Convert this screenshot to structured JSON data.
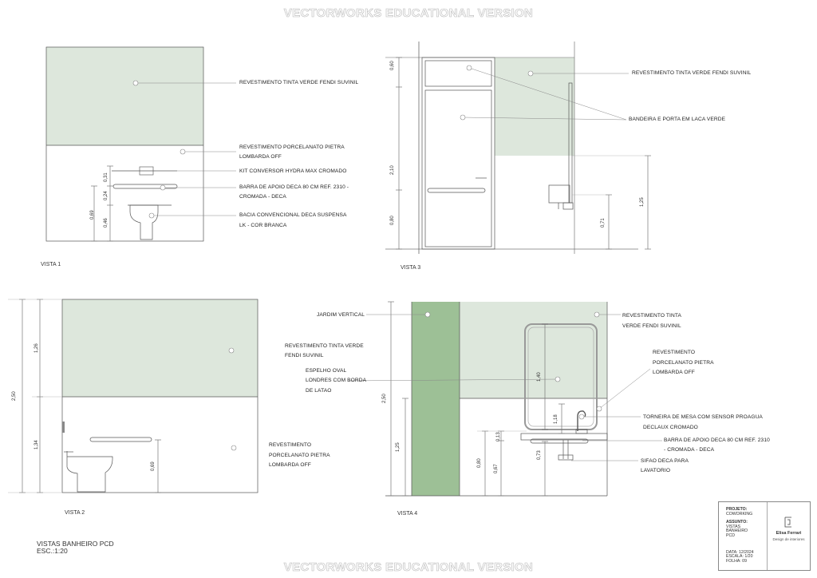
{
  "watermark": "VECTORWORKS EDUCATIONAL VERSION",
  "colors": {
    "green_paint": "#dde7dc",
    "vertical_garden": "#9dc096",
    "line": "#555555",
    "dim_line": "#777777"
  },
  "views": {
    "v1": {
      "title": "VISTA 1",
      "dims": [
        "0,31",
        "0,24",
        "0,69",
        "0,46"
      ],
      "labels": [
        "REVESTIMENTO TINTA VERDE FENDI SUVINIL",
        "REVESTIMENTO PORCELANATO PIETRA",
        "LOMBARDA OFF",
        "KIT CONVERSOR HYDRA MAX CROMADO",
        "BARRA DE APOIO DECA 80 CM REF. 2310 -",
        "CROMADA - DECA",
        "BACIA CONVENCIONAL DECA SUSPENSA",
        "LK - COR BRANCA"
      ]
    },
    "v2": {
      "title": "VISTA 2",
      "dims": [
        "2,50",
        "1,26",
        "1,34",
        "0,69"
      ],
      "labels": [
        "REVESTIMENTO TINTA VERDE",
        "FENDI SUVINIL",
        "REVESTIMENTO",
        "PORCELANATO PIETRA",
        "LOMBARDA OFF"
      ]
    },
    "v3": {
      "title": "VISTA 3",
      "dims": [
        "0,60",
        "2,10",
        "0,80",
        "0,71",
        "1,25"
      ],
      "labels": [
        "REVESTIMENTO TINTA VERDE FENDI SUVINIL",
        "BANDEIRA E PORTA EM LACA VERDE"
      ]
    },
    "v4": {
      "title": "VISTA 4",
      "dims": [
        "2,50",
        "1,25",
        "1,40",
        "1,18",
        "0,13",
        "0,80",
        "0,67",
        "0,73"
      ],
      "labels": [
        "JARDIM VERTICAL",
        "REVESTIMENTO TINTA",
        "VERDE FENDI SUVINIL",
        "ESPELHO OVAL",
        "LONDRES COM BORDA",
        "DE LATAO",
        "REVESTIMENTO",
        "PORCELANATO PIETRA",
        "LOMBARDA OFF",
        "TORNEIRA DE MESA COM SENSOR PROAGUA",
        "DECLAUX CROMADO",
        "BARRA DE APOIO DECA 80 CM REF. 2310",
        "- CROMADA - DECA",
        "SIFAO DECA PARA",
        "LAVATORIO"
      ]
    }
  },
  "sheet": {
    "title_line1": "VISTAS BANHEIRO PCD",
    "title_line2": "ESC.:1:20"
  },
  "title_block": {
    "projeto_label": "PROJETO:",
    "projeto_value": "COWORKING",
    "assunto_label": "ASSUNTO:",
    "assunto_lines": [
      "VISTAS",
      "BANHEIRO",
      "PCD"
    ],
    "data": "DATA: 12/2024",
    "escala": "ESCALA: 1/20",
    "folha": "FOLHA: 09",
    "name": "Elisa Ferrari",
    "role": "Design de interiores"
  }
}
